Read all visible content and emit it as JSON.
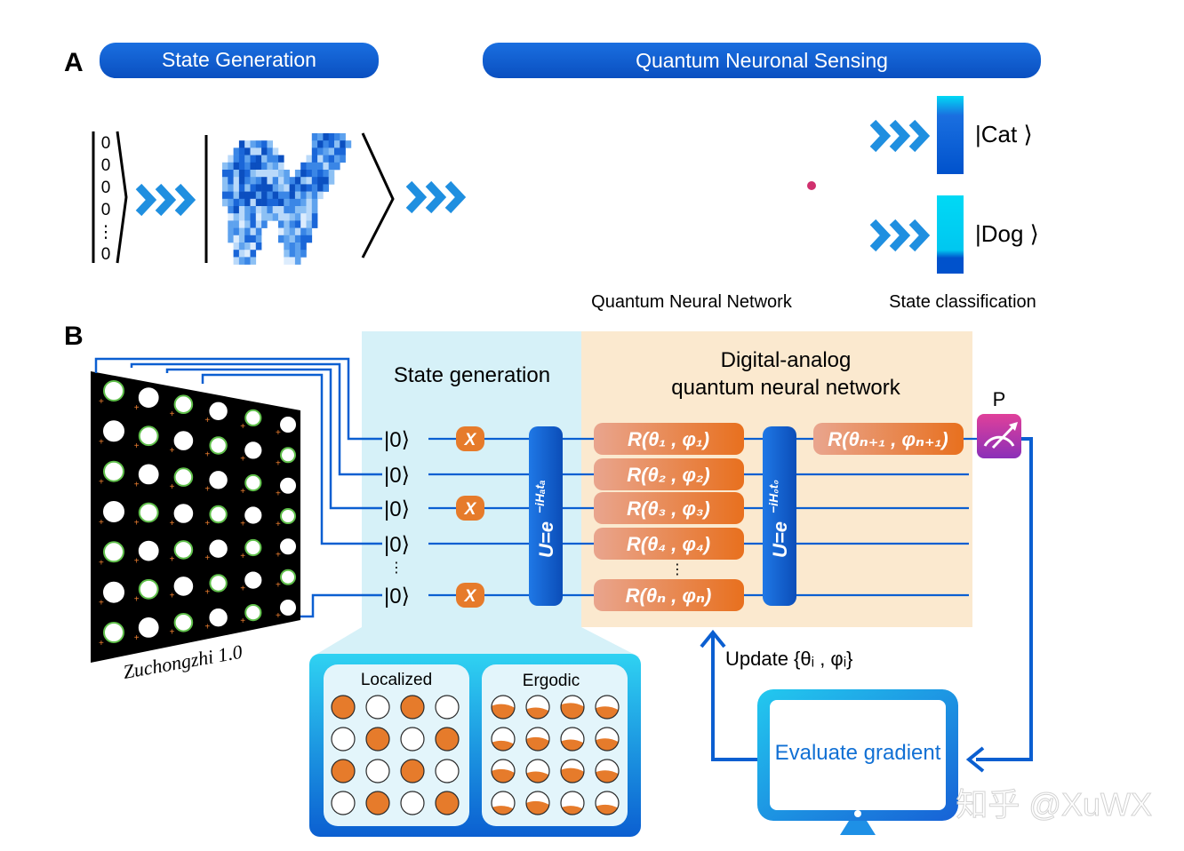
{
  "panel_a": {
    "label": "A",
    "banner_state_generation": "State Generation",
    "banner_sensing": "Quantum Neuronal Sensing",
    "ket_digits": [
      "0",
      "0",
      "0",
      "0",
      "⋮",
      "0"
    ],
    "network_caption": "Quantum Neural Network",
    "classification_caption": "State classification",
    "class_cat": "|Cat ⟩",
    "class_dog": "|Dog ⟩",
    "cat_bar_colors": [
      "#00d9f5",
      "#0052cc"
    ],
    "dog_bar_colors": [
      "#00d9f5",
      "#0052cc"
    ]
  },
  "panel_b": {
    "label": "B",
    "chip_caption": "Zuchongzhi 1.0",
    "state_gen_title": "State generation",
    "dqnn_title_line1": "Digital-analog",
    "dqnn_title_line2": "quantum neural network",
    "qubit_labels": [
      "|0⟩",
      "|0⟩",
      "|0⟩",
      "|0⟩",
      "|0⟩"
    ],
    "x_gate": "X",
    "u_gate_1": "U=e",
    "u_gate_1_exp": "−iHₐtₐ",
    "u_gate_2": "U=e",
    "u_gate_2_exp": "−iH₀t₀",
    "r_gates": [
      "R(θ₁ , φ₁)",
      "R(θ₂ , φ₂)",
      "R(θ₃ , φ₃)",
      "R(θ₄ , φ₄)",
      "R(θₙ , φₙ)"
    ],
    "r_gate_last": "R(θₙ₊₁ , φₙ₊₁)",
    "vdots": "⋮",
    "measure_label": "P",
    "update_label": "Update {θᵢ , φᵢ}",
    "evaluate_label": "Evaluate gradient",
    "localized_title": "Localized",
    "ergodic_title": "Ergodic",
    "localized_pattern": [
      [
        1,
        0,
        1,
        0
      ],
      [
        0,
        1,
        0,
        1
      ],
      [
        1,
        0,
        1,
        0
      ],
      [
        0,
        1,
        0,
        1
      ]
    ],
    "ergodic_fill": [
      [
        0.55,
        0.4,
        0.6,
        0.45
      ],
      [
        0.35,
        0.5,
        0.4,
        0.45
      ],
      [
        0.5,
        0.4,
        0.55,
        0.45
      ],
      [
        0.3,
        0.5,
        0.3,
        0.35
      ]
    ],
    "colors": {
      "accent_blue": "#0b5fd1",
      "orange": "#e67b2b",
      "cyan_panel": "#d6f1f8",
      "peach_panel": "#fbe9cf"
    }
  },
  "watermark": "知乎 @XuWX"
}
